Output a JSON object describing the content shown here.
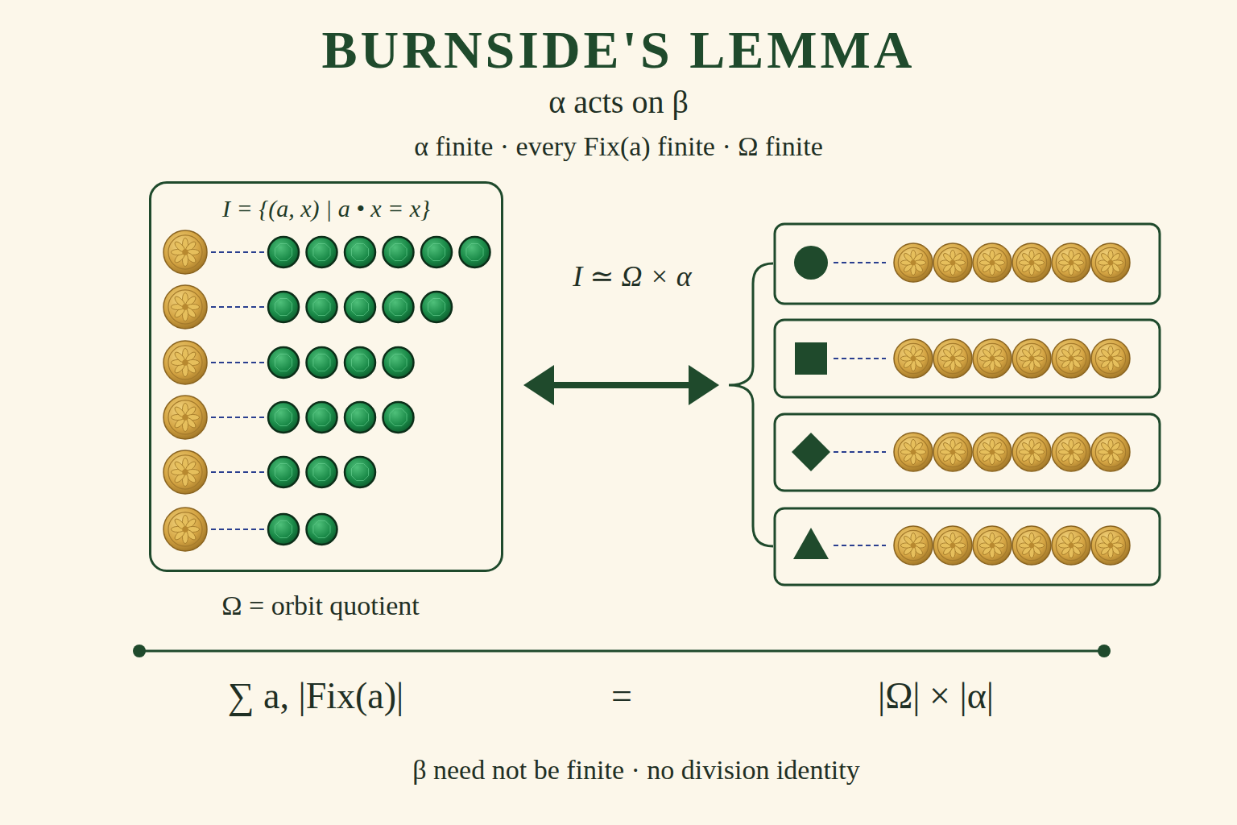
{
  "diagram": {
    "title": "BURNSIDE'S LEMMA",
    "nodes": [
      {
        "text": [
          "I = {(a, x) | a • x = x}"
        ]
      }
    ],
    "labels": [
      "α acts on β",
      "α finite · every Fix(a) finite · Ω finite",
      "Ω = orbit quotient",
      "I ≃ Ω × α",
      "∑ a, |Fix(a)|",
      "=",
      "|Ω| × |α|",
      "β need not be finite · no division identity"
    ]
  }
}
